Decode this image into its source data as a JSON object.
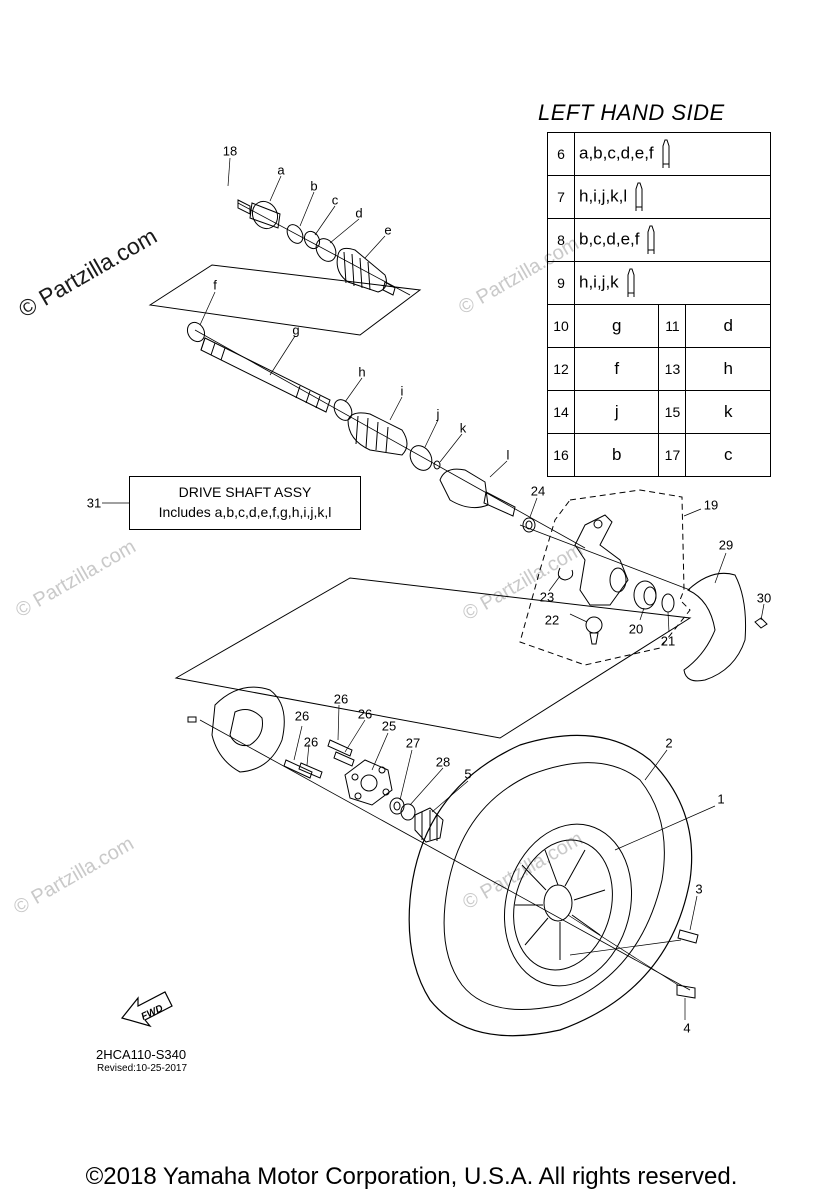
{
  "header": {
    "title": "LEFT HAND SIDE"
  },
  "reference_table": {
    "full_rows": [
      {
        "num": "6",
        "parts": "a,b,c,d,e,f"
      },
      {
        "num": "7",
        "parts": "h,i,j,k,l"
      },
      {
        "num": "8",
        "parts": "b,c,d,e,f"
      },
      {
        "num": "9",
        "parts": "h,i,j,k"
      }
    ],
    "pair_rows": [
      [
        {
          "num": "10",
          "part": "g"
        },
        {
          "num": "11",
          "part": "d"
        }
      ],
      [
        {
          "num": "12",
          "part": "f"
        },
        {
          "num": "13",
          "part": "h"
        }
      ],
      [
        {
          "num": "14",
          "part": "j"
        },
        {
          "num": "15",
          "part": "k"
        }
      ],
      [
        {
          "num": "16",
          "part": "b"
        },
        {
          "num": "17",
          "part": "c"
        }
      ]
    ]
  },
  "assembly_note": {
    "number": "31",
    "line1": "DRIVE SHAFT ASSY",
    "line2": "Includes a,b,c,d,e,f,g,h,i,j,k,l"
  },
  "callouts": {
    "letters": [
      "a",
      "b",
      "c",
      "d",
      "e",
      "f",
      "g",
      "h",
      "i",
      "j",
      "k",
      "l"
    ],
    "numbers": [
      "1",
      "2",
      "3",
      "4",
      "5",
      "18",
      "19",
      "20",
      "21",
      "22",
      "23",
      "24",
      "25",
      "26",
      "26",
      "26",
      "26",
      "27",
      "28",
      "29",
      "30"
    ]
  },
  "fwd_label": "FWD",
  "diagram_code": "2HCA110-S340",
  "revised": "Revised:10-25-2017",
  "watermark": "© Partzilla.com",
  "footer": {
    "copyright": "©2018 Yamaha Motor Corporation, U.S.A. All rights reserved."
  },
  "colors": {
    "line": "#000000",
    "watermark": "#c9c9c9",
    "background": "#ffffff"
  }
}
